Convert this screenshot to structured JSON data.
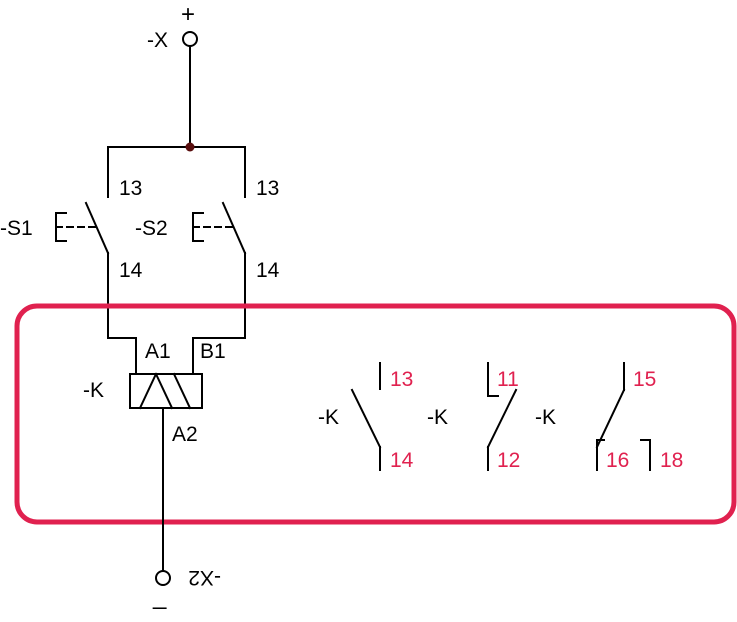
{
  "colors": {
    "wire": "#000000",
    "junction": "#5a0e0e",
    "highlight": "#e0214f",
    "highlight_text": "#e0214f"
  },
  "supply": {
    "positive_symbol": "+",
    "negative_symbol": "_",
    "top_terminal_label": "-X",
    "bottom_terminal_label": "-X2"
  },
  "switches": {
    "s1": {
      "label": "-S1",
      "pin_top": "13",
      "pin_bottom": "14"
    },
    "s2": {
      "label": "-S2",
      "pin_top": "13",
      "pin_bottom": "14"
    }
  },
  "coil": {
    "label": "-K",
    "pin_a1": "A1",
    "pin_b1": "B1",
    "pin_a2": "A2"
  },
  "contacts": {
    "no_contact": {
      "label": "-K",
      "pin_top": "13",
      "pin_bottom": "14"
    },
    "nc_contact": {
      "label": "-K",
      "pin_top": "11",
      "pin_bottom": "12"
    },
    "changeover_contact": {
      "label": "-K",
      "pin_common": "15",
      "pin_nc": "16",
      "pin_no": "18"
    }
  }
}
